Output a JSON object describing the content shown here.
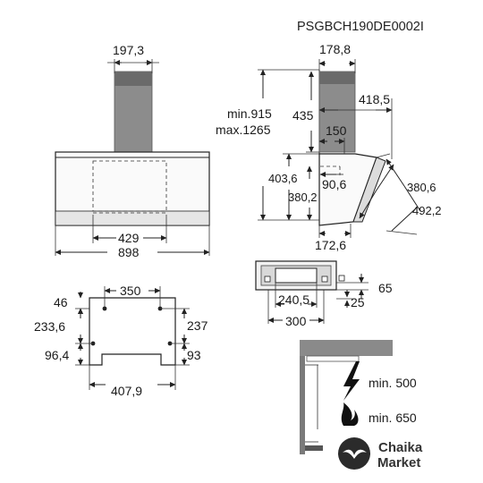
{
  "model_code": "PSGBCH190DE0002I",
  "front_view": {
    "chimney_width": "197,3",
    "inner_width": "429",
    "total_width": "898"
  },
  "side_view": {
    "chimney_depth": "178,8",
    "height_range_min": "min.915",
    "height_range_max": "max.1265",
    "upper_height": "435",
    "projection": "418,5",
    "offset": "150",
    "lower_height_1": "403,6",
    "lower_height_2": "380,2",
    "inner_offset": "90,6",
    "panel_length_1": "380,6",
    "panel_length_2": "492,2",
    "bottom_depth": "172,6"
  },
  "mounting_plan": {
    "hole_spacing_top": "350",
    "top_offset": "46",
    "left_height": "233,6",
    "right_height": "237",
    "left_bottom": "96,4",
    "right_bottom": "93",
    "bottom_width": "407,9"
  },
  "top_view": {
    "right_offset": "65",
    "inner_width": "240,5",
    "side_offset": "25",
    "outer_width": "300"
  },
  "clearance": {
    "electric_min": "min. 500",
    "gas_min": "min. 650",
    "electric_icon": "lightning-icon",
    "gas_icon": "flame-icon"
  },
  "logo": {
    "line1": "Chaika",
    "line2": "Market"
  }
}
